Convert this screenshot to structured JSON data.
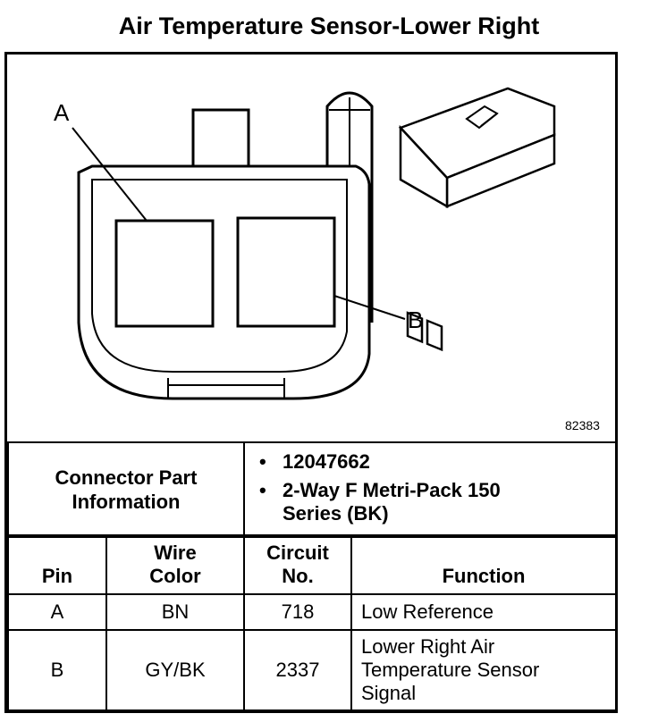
{
  "title": "Air Temperature Sensor-Lower Right",
  "diagram": {
    "pin_a_label": "A",
    "pin_b_label": "B",
    "figure_number": "82383"
  },
  "connector_info": {
    "heading_line1": "Connector Part",
    "heading_line2": "Information",
    "items": [
      "12047662",
      "2-Way F Metri-Pack 150 Series (BK)"
    ]
  },
  "pin_table": {
    "headers": {
      "pin": "Pin",
      "wire_color_line1": "Wire",
      "wire_color_line2": "Color",
      "circuit_line1": "Circuit",
      "circuit_line2": "No.",
      "function": "Function"
    },
    "rows": [
      {
        "pin": "A",
        "wire_color": "BN",
        "circuit": "718",
        "function": "Low Reference"
      },
      {
        "pin": "B",
        "wire_color": "GY/BK",
        "circuit": "2337",
        "function": "Lower Right Air Temperature Sensor Signal"
      }
    ]
  }
}
